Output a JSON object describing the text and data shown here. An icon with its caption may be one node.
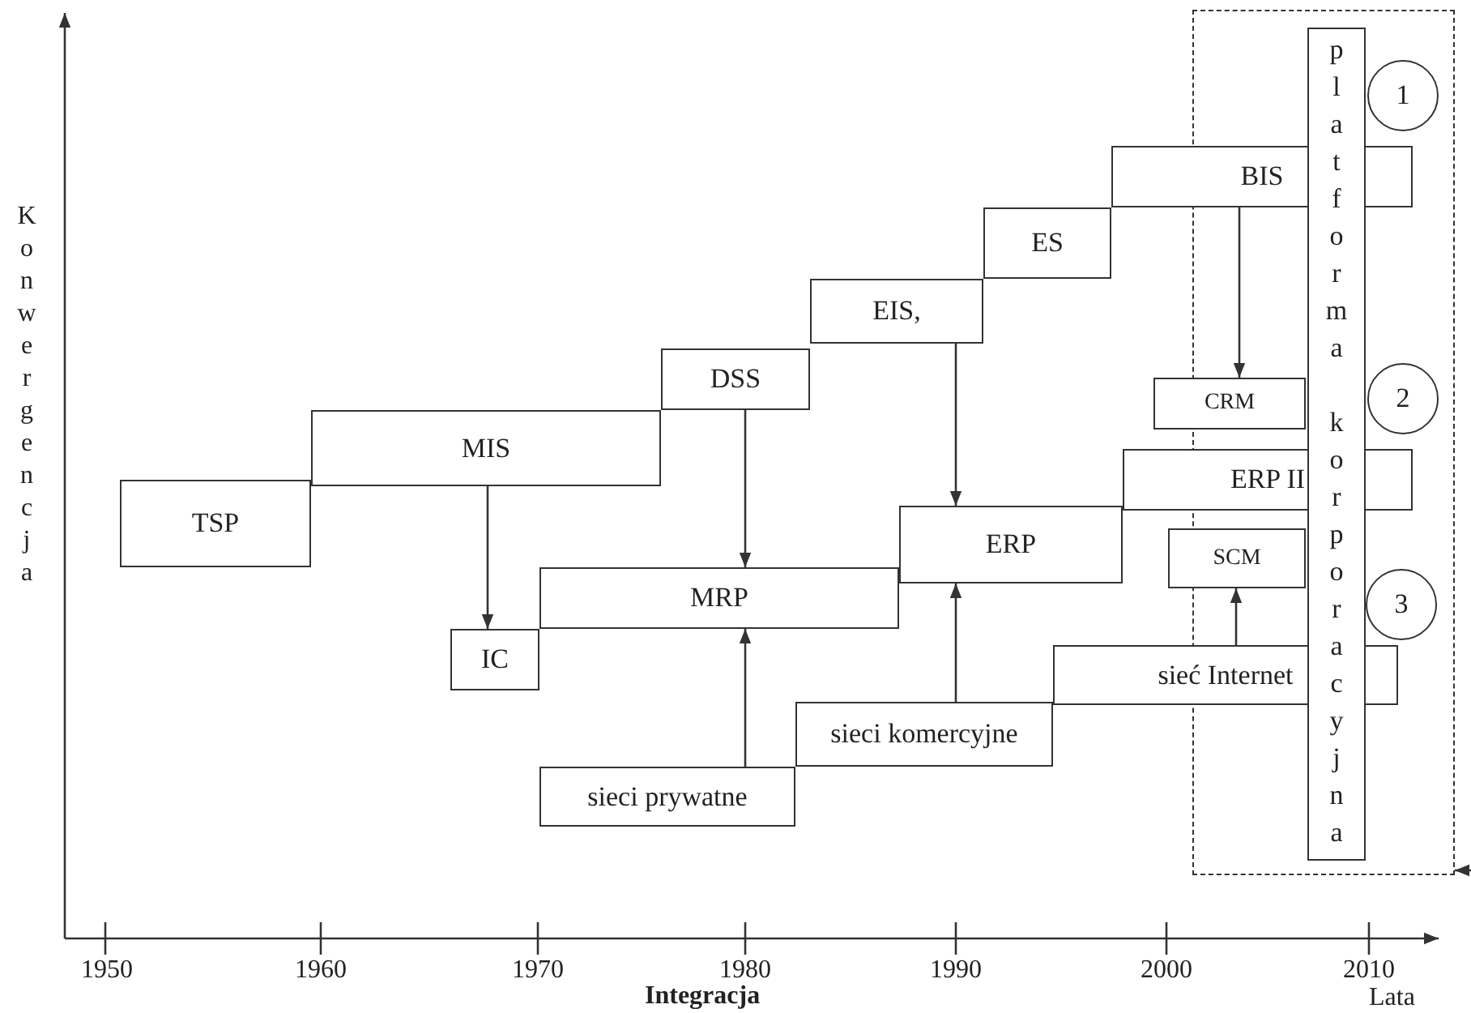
{
  "diagram": {
    "nodes": [
      {
        "text": [
          "TSP"
        ]
      },
      {
        "text": [
          "MIS"
        ]
      },
      {
        "text": [
          "DSS"
        ]
      },
      {
        "text": [
          "EIS,"
        ]
      },
      {
        "text": [
          "ES"
        ]
      },
      {
        "text": [
          "BIS"
        ]
      },
      {
        "text": [
          "IC"
        ]
      },
      {
        "text": [
          "MRP"
        ]
      },
      {
        "text": [
          "ERP"
        ]
      },
      {
        "text": [
          "ERP II"
        ]
      },
      {
        "text": [
          "CRM"
        ]
      },
      {
        "text": [
          "SCM"
        ]
      },
      {
        "text": [
          "sieci prywatne"
        ]
      },
      {
        "text": [
          "sieci komercyjne"
        ]
      },
      {
        "text": [
          "sieć Internet"
        ]
      },
      {
        "text": [],
        "shape": "box"
      },
      {
        "text": [
          "platforma korporacyjna"
        ],
        "in": 15
      },
      {
        "text": [
          "1"
        ],
        "in": 15
      },
      {
        "text": [
          "2"
        ],
        "in": 15
      },
      {
        "text": [
          "3"
        ],
        "in": 15
      }
    ],
    "edges": [
      {
        "from": 1,
        "to": 6,
        "arrow": "to"
      },
      {
        "from": 2,
        "to": 7,
        "arrow": "to"
      },
      {
        "from": 3,
        "to": 8,
        "arrow": "to"
      },
      {
        "from": 5,
        "to": 10,
        "arrow": "to"
      },
      {
        "from": 12,
        "to": 7,
        "arrow": "to"
      },
      {
        "from": 13,
        "to": 8,
        "arrow": "to"
      },
      {
        "from": 14,
        "to": 11,
        "arrow": "to"
      },
      {
        "from": null,
        "to": 15,
        "arrow": "to"
      }
    ],
    "labels": [
      "Konwergencja",
      "1950",
      "1960",
      "1970",
      "1980",
      "1990",
      "2000",
      "2010",
      "Integracja",
      "Lata"
    ]
  }
}
